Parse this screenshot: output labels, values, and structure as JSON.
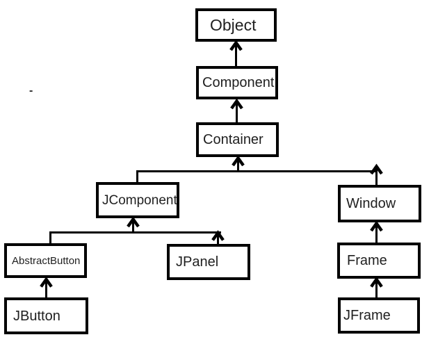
{
  "diagram": {
    "nodes": {
      "object": "Object",
      "component": "Component",
      "container": "Container",
      "jcomponent": "JComponent",
      "window": "Window",
      "abstractbutton": "AbstractButton",
      "jpanel": "JPanel",
      "jbutton": "JButton",
      "frame": "Frame",
      "jframe": "JFrame"
    },
    "edges": [
      {
        "from": "Component",
        "to": "Object"
      },
      {
        "from": "Container",
        "to": "Component"
      },
      {
        "from": "JComponent",
        "to": "Container"
      },
      {
        "from": "Window",
        "to": "Container"
      },
      {
        "from": "AbstractButton",
        "to": "JComponent"
      },
      {
        "from": "JPanel",
        "to": "JComponent"
      },
      {
        "from": "JButton",
        "to": "AbstractButton"
      },
      {
        "from": "Frame",
        "to": "Window"
      },
      {
        "from": "JFrame",
        "to": "Frame"
      }
    ],
    "stray_mark": "-",
    "colors": {
      "line": "#000000",
      "text": "#1f1f1f",
      "background": "#ffffff"
    }
  }
}
